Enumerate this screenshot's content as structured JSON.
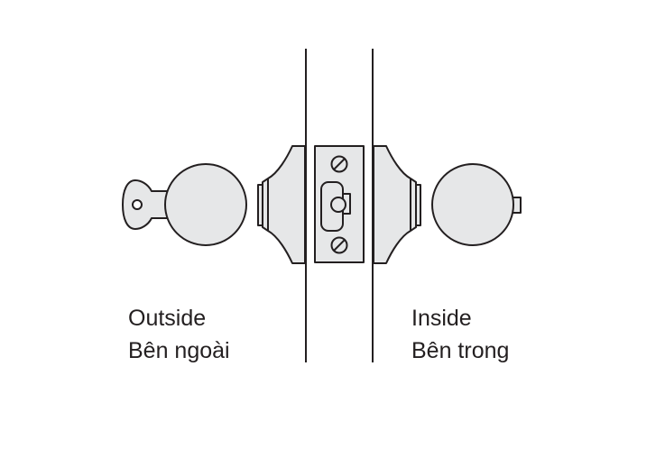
{
  "labels": {
    "outside": {
      "en": "Outside",
      "vi": "Bên ngoài"
    },
    "inside": {
      "en": "Inside",
      "vi": "Bên trong"
    }
  },
  "colors": {
    "metal_fill": "#e6e7e8",
    "stroke": "#231f20",
    "background": "#ffffff"
  },
  "icons": [
    "key-icon",
    "outside-knob",
    "inside-knob",
    "latch-faceplate",
    "screw-icon",
    "thumb-turn-button"
  ]
}
